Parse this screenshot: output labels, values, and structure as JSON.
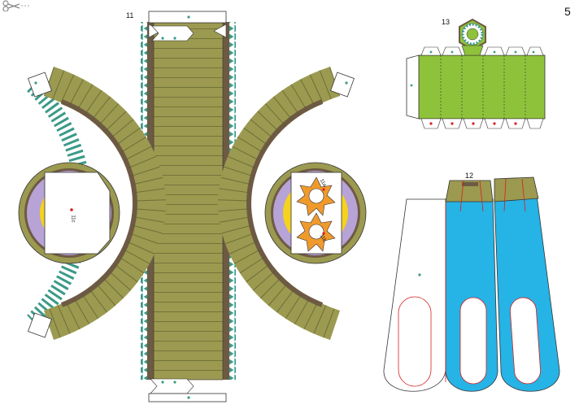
{
  "page": {
    "number": "5"
  },
  "pieces": {
    "p11": {
      "label": "11"
    },
    "p12": {
      "label": "12"
    },
    "p13": {
      "label": "13"
    }
  },
  "small_labels": {
    "a": "11a",
    "b": "11b",
    "c": "11c"
  },
  "colors": {
    "olive": "#9b9a50",
    "brown": "#6e5a44",
    "green": "#8fc23b",
    "blue": "#26b3e6",
    "purple": "#b7a3d6",
    "yellow": "#f5d21e",
    "orange": "#f09a2c",
    "teal": "#3a9a88",
    "red": "#d61f1f"
  },
  "icons": {
    "cut": "scissors-icon"
  }
}
